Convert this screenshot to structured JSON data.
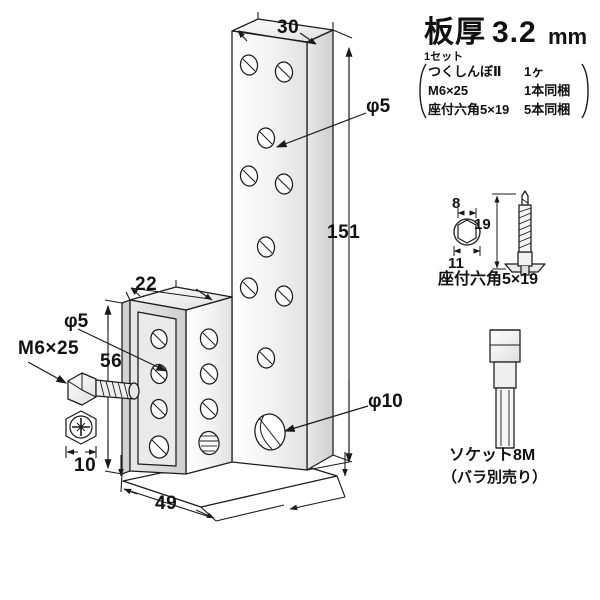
{
  "page": {
    "background": "#ffffff",
    "line_color": "#1a1a1a",
    "metal_light": "#fbfbfb",
    "metal_mid": "#ececec",
    "metal_dark": "#d8d8d8"
  },
  "header": {
    "title": "板厚",
    "thickness_value": "3.2",
    "unit": "mm",
    "set_label": "1セット",
    "spec_rows": [
      {
        "name": "つくしんぼⅡ",
        "qty": "1ヶ"
      },
      {
        "name": "M6×25",
        "qty": "1本同梱"
      },
      {
        "name": "座付六角5×19",
        "qty": "5本同梱"
      }
    ]
  },
  "main_drawing": {
    "name": "angle-bracket-isometric",
    "dimensions": {
      "plate_width": "30",
      "plate_height": "151",
      "arm_width": "22",
      "arm_height": "56",
      "base_depth": "49",
      "bolt_head_width": "10"
    },
    "callouts": {
      "small_hole": "φ5",
      "arm_hole": "φ5",
      "large_hole": "φ10",
      "bolt": "M6×25"
    }
  },
  "hardware": {
    "screw": {
      "label": "座付六角5×19",
      "hex_across_flats": "8",
      "flange_width": "11",
      "length": "19"
    },
    "socket": {
      "label": "ソケット8M",
      "sublabel": "（バラ別売り）"
    }
  }
}
